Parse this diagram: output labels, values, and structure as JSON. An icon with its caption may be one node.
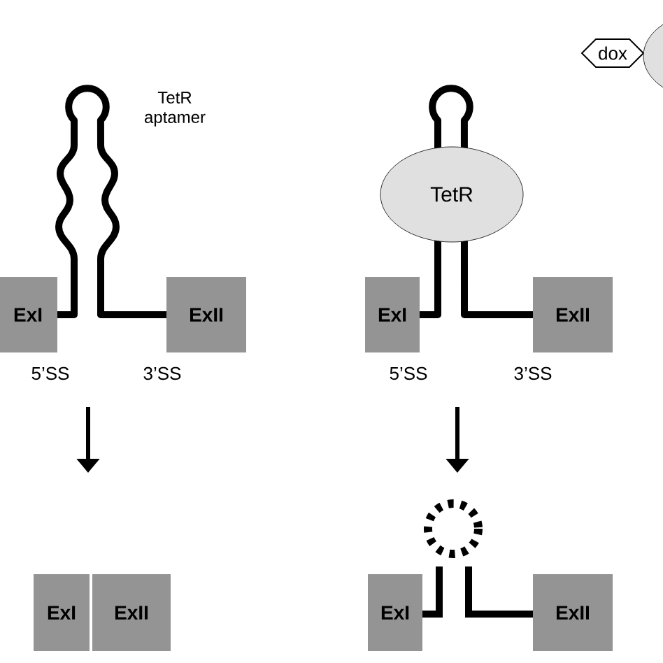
{
  "diagram": {
    "nodes": [
      {
        "text": [
          "ExI"
        ]
      },
      {
        "text": [
          "ExII"
        ]
      },
      {
        "text": [
          "TetR"
        ]
      },
      {
        "text": [
          "ExI"
        ]
      },
      {
        "text": [
          "ExII"
        ]
      },
      {
        "text": [
          "dox"
        ]
      },
      {
        "text": [],
        "shape": "circle"
      },
      {
        "text": [
          "ExI"
        ]
      },
      {
        "text": [
          "ExII"
        ]
      },
      {
        "text": [
          "ExI"
        ]
      },
      {
        "text": [
          "ExII"
        ]
      }
    ],
    "labels": [
      "TetR aptamer",
      "5’SS",
      "3’SS",
      "5’SS",
      "3’SS"
    ]
  }
}
